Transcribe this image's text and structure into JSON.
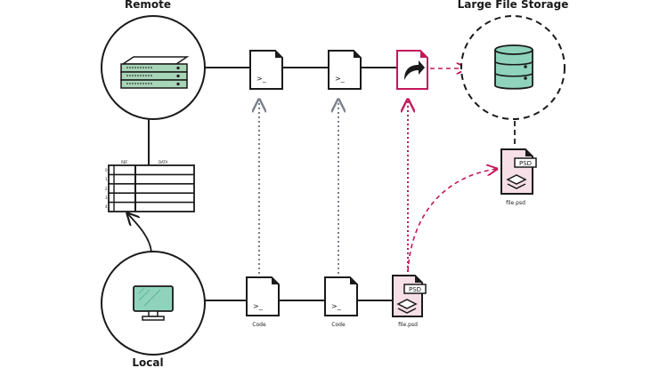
{
  "labels": {
    "remote": "Remote",
    "local": "Local",
    "lfs": "Large File Storage"
  },
  "table": {
    "header_left": "REF",
    "header_right": "DATA",
    "row_labels": [
      "0",
      "1",
      "2",
      "3",
      "4"
    ]
  },
  "files": {
    "code_label": "Code",
    "psd_label": "file.psd",
    "psd_badge": "PSD",
    "terminal_glyph": ">_"
  },
  "colors": {
    "ink": "#1a1a1a",
    "pink": "#c2185b",
    "pink_fill": "#f6dfe6",
    "teal": "#8fd3bd",
    "server_green": "#a8d5b8",
    "dotted_gray": "#7a7f8a"
  },
  "icons": {
    "remote": "server-rack-icon",
    "local": "desktop-monitor-icon",
    "lfs": "database-cylinder-icon",
    "code_file": "terminal-file-icon",
    "psd_file": "layers-file-icon",
    "pointer_file": "share-arrow-file-icon"
  }
}
